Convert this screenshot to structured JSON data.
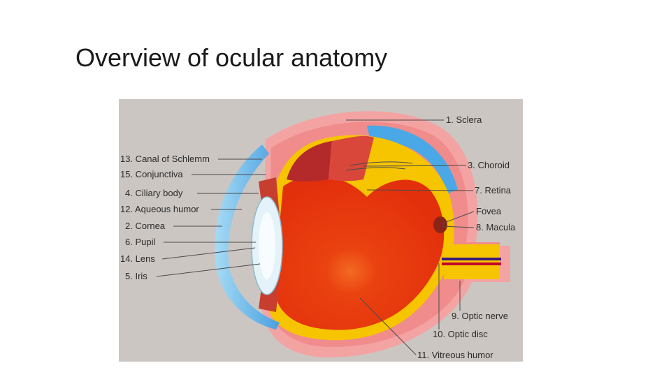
{
  "slide": {
    "title": "Overview of ocular anatomy"
  },
  "diagram": {
    "left_labels": [
      {
        "text": "13. Canal of Schlemm"
      },
      {
        "text": "15. Conjunctiva"
      },
      {
        "text": "4. Ciliary body"
      },
      {
        "text": "12. Aqueous humor"
      },
      {
        "text": "2. Cornea"
      },
      {
        "text": "6. Pupil"
      },
      {
        "text": "14. Lens"
      },
      {
        "text": "5. Iris"
      }
    ],
    "right_labels": [
      {
        "text": "1. Sclera"
      },
      {
        "text": "3. Choroid"
      },
      {
        "text": "7. Retina"
      },
      {
        "text": "Fovea"
      },
      {
        "text": "8. Macula"
      },
      {
        "text": "9. Optic nerve"
      },
      {
        "text": "10. Optic disc"
      },
      {
        "text": "11. Vitreous humor"
      }
    ],
    "colors": {
      "background": "#ccc6c2",
      "sclera": "#f08c8c",
      "choroid_blue": "#4aa8e6",
      "retina_yellow": "#f7c400",
      "vitreous": "#e8380e",
      "cornea": "#79c5ee",
      "lens": "#e4f3fa"
    }
  }
}
